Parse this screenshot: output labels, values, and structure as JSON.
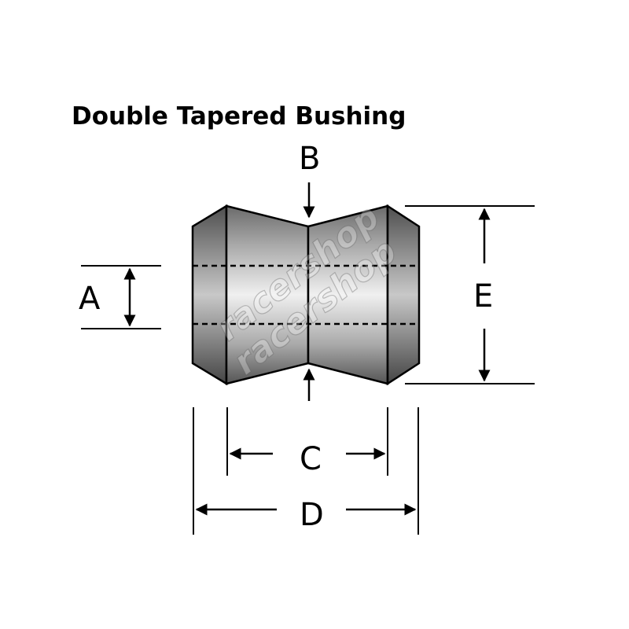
{
  "title": "Double Tapered Bushing",
  "dimensions": {
    "a": "A",
    "b": "B",
    "c": "C",
    "d": "D",
    "e": "E"
  },
  "watermark": "racershop",
  "colors": {
    "line": "#000000",
    "background": "#ffffff",
    "metal_light": "#f2f2f2",
    "metal_mid": "#b8b8b8",
    "metal_dark": "#5e5e5e"
  }
}
